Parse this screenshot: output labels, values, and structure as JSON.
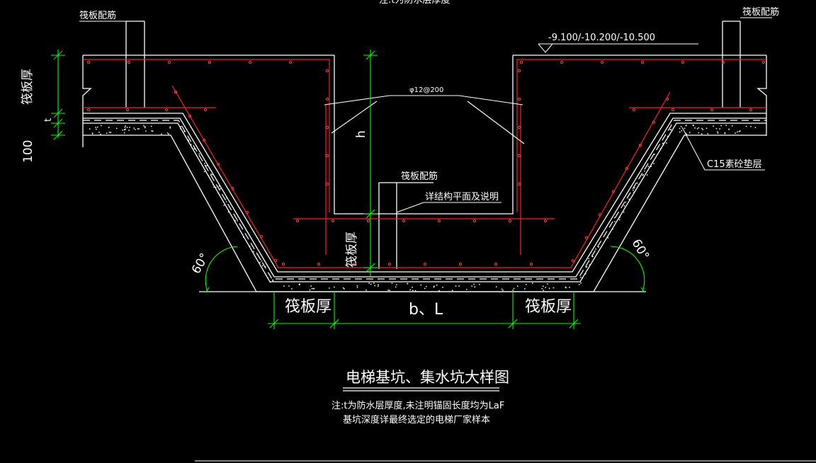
{
  "drawing": {
    "top_cut_note": "注:t为防水层厚度",
    "title": "电梯基坑、集水坑大样图",
    "notes": [
      "注:t为防水层厚度,未注明锚固长度均为LaF",
      "基坑深度详最终选定的电梯厂家样本"
    ],
    "labels": {
      "raft_rebar_left": "筏板配筋",
      "raft_rebar_right": "筏板配筋",
      "raft_rebar_center": "筏板配筋",
      "raft_thick_left_vertical": "筏板厚",
      "raft_thick_center_vertical": "筏板厚",
      "t_mark": "t",
      "dim_100": "100",
      "elevations": "-9.100/-10.200/-10.500",
      "rebar_spec": "φ12@200",
      "h_mark": "h",
      "see_structure": "详结构平面及说明",
      "c15_layer": "C15素砼垫层",
      "angle_left": "60°",
      "angle_right": "60°",
      "bottom_thick_left": "筏板厚",
      "bottom_width": "b、L",
      "bottom_thick_right": "筏板厚"
    },
    "colors": {
      "background": "#000000",
      "concrete_outline": "#ffffff",
      "rebar": "#ff2020",
      "dimension": "#00ff00",
      "text": "#ffffff"
    }
  }
}
